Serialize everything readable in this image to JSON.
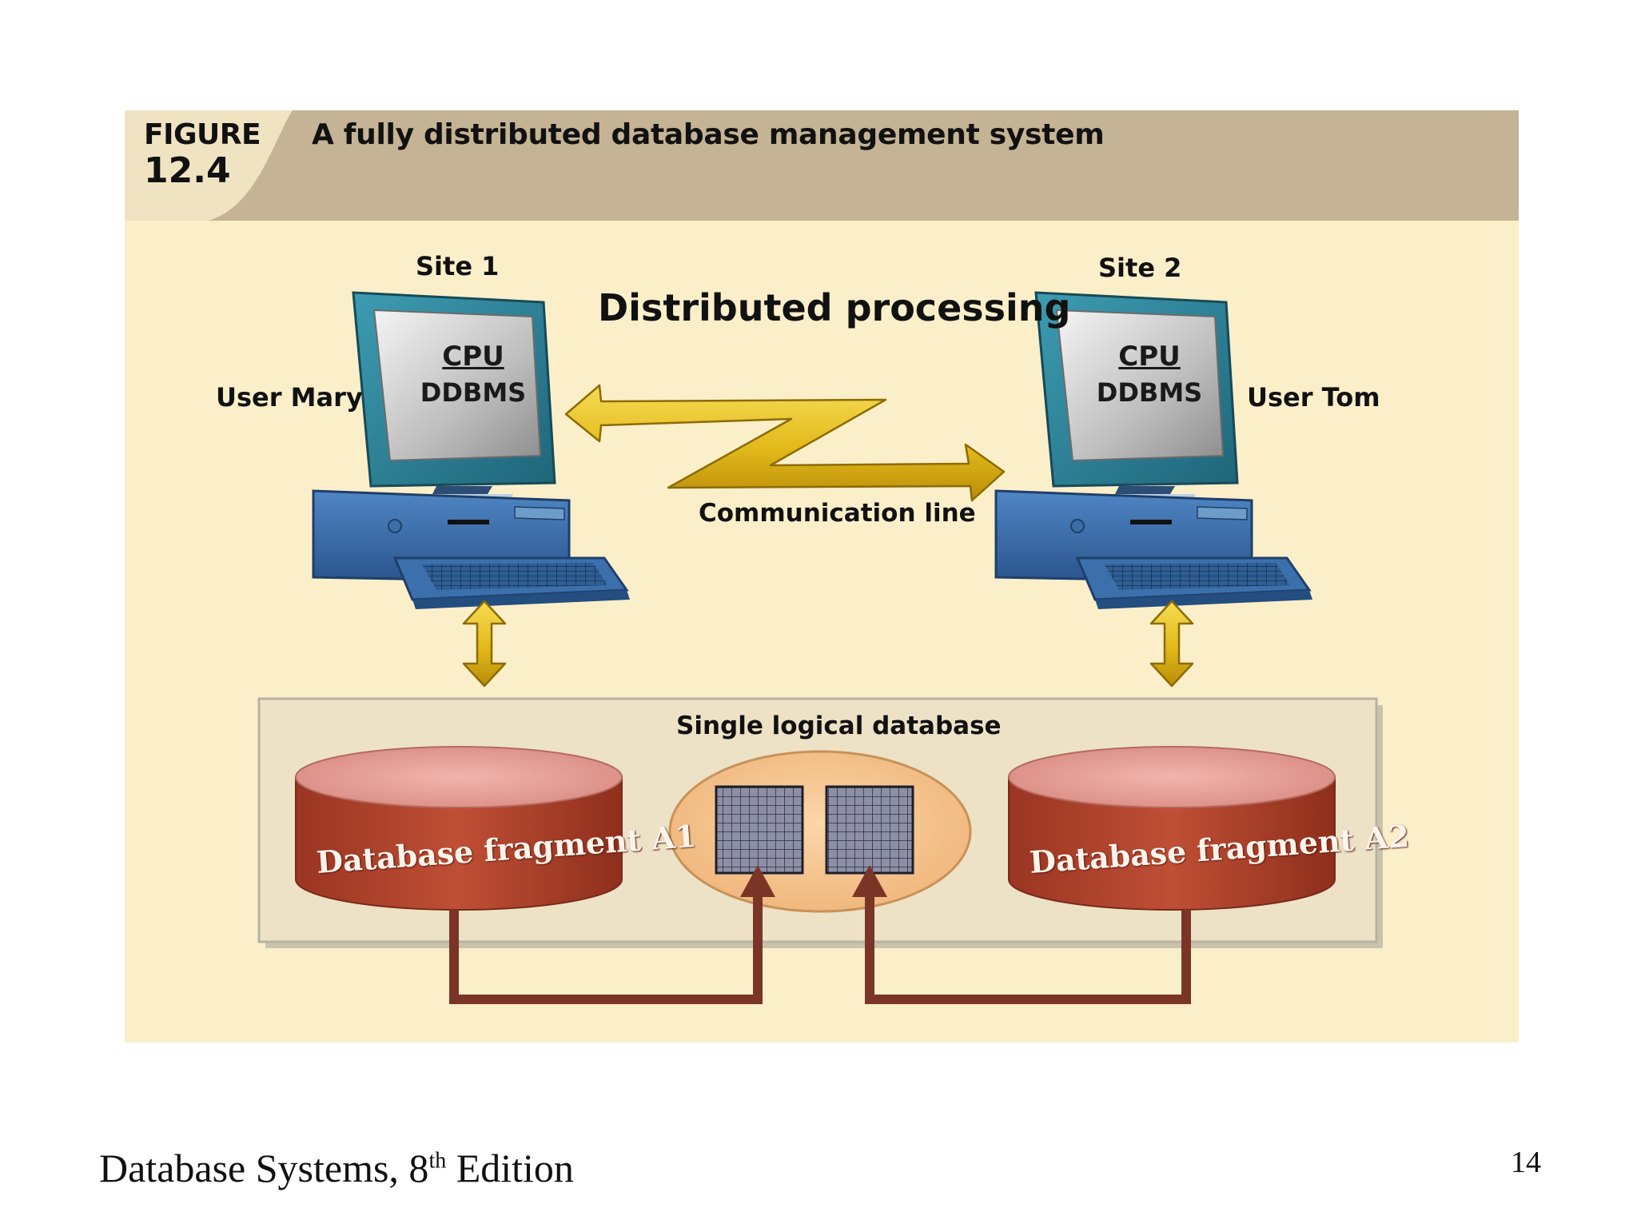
{
  "figure": {
    "label": "FIGURE",
    "number": "12.4",
    "caption": "A fully distributed database management system"
  },
  "diagram": {
    "heading": "Distributed processing",
    "site1": {
      "label": "Site 1",
      "user": "User Mary",
      "cpu": "CPU",
      "software": "DDBMS"
    },
    "site2": {
      "label": "Site 2",
      "user": "User Tom",
      "cpu": "CPU",
      "software": "DDBMS"
    },
    "link_label": "Communication line",
    "database": {
      "label": "Single logical database",
      "fragment_a1": "Database fragment A1",
      "fragment_a2": "Database fragment A2"
    }
  },
  "footer": {
    "title_prefix": "Database Systems, 8",
    "title_superscript": "th",
    "title_suffix": " Edition",
    "page_number": "14"
  },
  "colors": {
    "panel_bg": "#fbefca",
    "header_band": "#c4b394",
    "arrow_gold": "#e2b91a",
    "monitor_teal": "#2f8aa0",
    "case_blue": "#2f5f9e",
    "fragment_red": "#b5452e",
    "connector_brown": "#7a3526"
  }
}
